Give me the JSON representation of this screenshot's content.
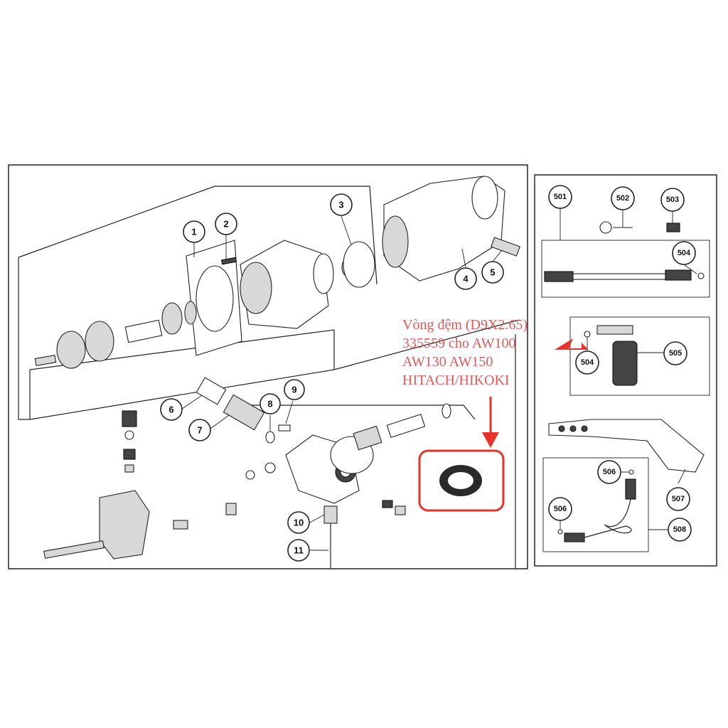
{
  "callouts": {
    "c1": "1",
    "c2": "2",
    "c3": "3",
    "c4": "4",
    "c5": "5",
    "c6": "6",
    "c7": "7",
    "c8": "8",
    "c9": "9",
    "c10": "10",
    "c11": "11",
    "c501": "501",
    "c502": "502",
    "c503": "503",
    "c504a": "504",
    "c504b": "504",
    "c505": "505",
    "c506a": "506",
    "c506b": "506",
    "c507": "507",
    "c508": "508"
  },
  "annotation": {
    "lines": [
      "Vòng đệm (D9X2.65)",
      "335559 cho AW100",
      "AW130 AW150",
      "HITACH/HIKOKI"
    ],
    "color": "#e05a5a"
  },
  "highlight_color": "#e8322a"
}
